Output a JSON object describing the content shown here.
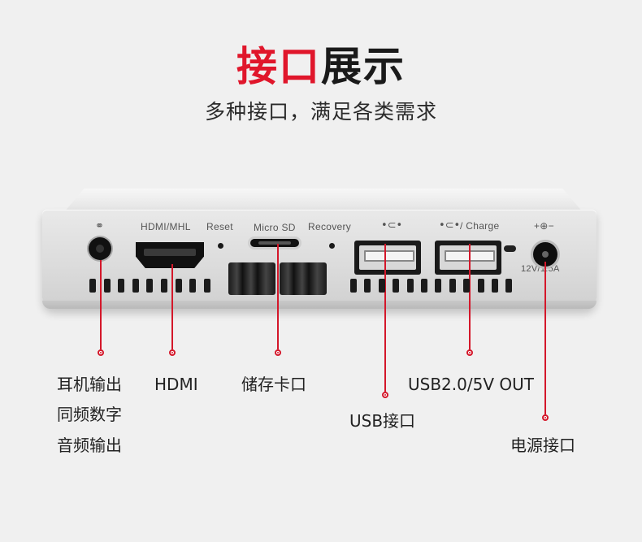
{
  "header": {
    "title_highlight": "接口",
    "title_rest": "展示",
    "subtitle": "多种接口，满足各类需求"
  },
  "port_labels": {
    "headphone_icon": "headphones-icon",
    "hdmi_mhl": "HDMI/MHL",
    "reset": "Reset",
    "micro_sd": "Micro SD",
    "recovery": "Recovery",
    "usb_symbol": "•⊂•",
    "usb_charge": "/ Charge",
    "power": "12V/1.5A"
  },
  "callouts": {
    "audio_line1": "耳机输出",
    "audio_line2": "同频数字",
    "audio_line3": "音频输出",
    "hdmi": "HDMI",
    "sd": "储存卡口",
    "usb": "USB接口",
    "usb_out": "USB2.0/5V OUT",
    "power": "电源接口"
  },
  "colors": {
    "accent": "#e0162b",
    "background": "#f0f0f0",
    "device_silver": "#dcdcdc"
  }
}
